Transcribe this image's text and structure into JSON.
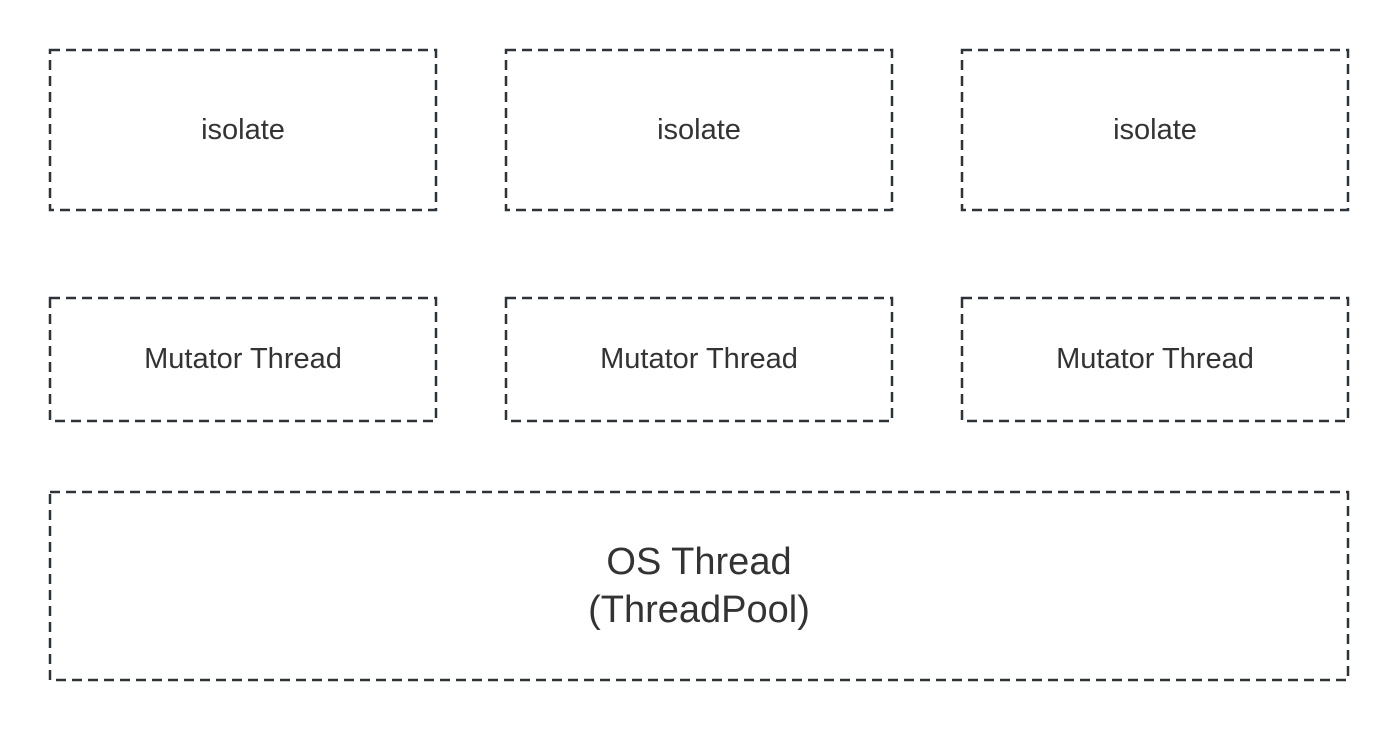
{
  "colors": {
    "stroke": "#2b333b",
    "text": "#333333",
    "background": "#ffffff"
  },
  "isolates": [
    {
      "label": "isolate"
    },
    {
      "label": "isolate"
    },
    {
      "label": "isolate"
    }
  ],
  "mutator_threads": [
    {
      "label": "Mutator Thread"
    },
    {
      "label": "Mutator Thread"
    },
    {
      "label": "Mutator Thread"
    }
  ],
  "os_thread": {
    "line1": "OS Thread",
    "line2": "(ThreadPool)"
  }
}
